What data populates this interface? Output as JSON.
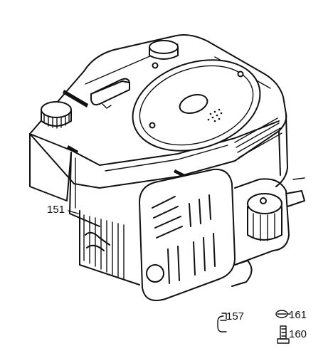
{
  "diagram": {
    "subject": "engine",
    "colors": {
      "line": "#111111",
      "background": "#ffffff"
    }
  },
  "callouts": [
    {
      "id": "151",
      "label": "151"
    },
    {
      "id": "157",
      "label": "157",
      "icon": "pipe-fitting-icon"
    },
    {
      "id": "161",
      "label": "161",
      "icon": "bolt-head-icon"
    },
    {
      "id": "160",
      "label": "160",
      "icon": "plug-fitting-icon"
    }
  ]
}
